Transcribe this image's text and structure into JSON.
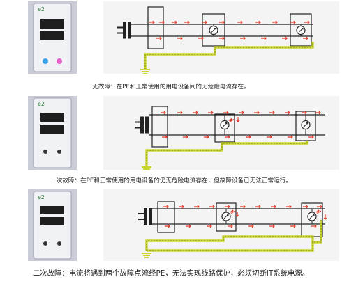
{
  "figure": {
    "panels": [
      {
        "id": "no-fault",
        "fault_level": 0,
        "caption_label": "无故障：",
        "caption_text": "在PE和正常使用的用电设备间的无危险电流存在。"
      },
      {
        "id": "first-fault",
        "fault_level": 1,
        "caption_label": "一次故障：",
        "caption_text": "在PE和正常使用的用电设备的仍无危险电流存在，但故障设备已无法正常运行。"
      },
      {
        "id": "second-fault",
        "fault_level": 2,
        "caption_label": "二次故障：",
        "caption_text": "电流将遇到两个故障点流经PE，无法实现线路保护，必须切断IT系统电源。"
      }
    ],
    "device": {
      "logo_text": "e2",
      "button_left_color": "#3aa0e8",
      "button_right_color": "#e860c8"
    },
    "colors": {
      "current_arrow": "#e23a2a",
      "pe_line": "#c9d430",
      "pe_dash": "#7a8a10",
      "conductor": "#222222",
      "device_screen": "#1e1e1e",
      "panel_bg": "#f4f4f4",
      "device_bg": "#c9ccd6"
    }
  }
}
